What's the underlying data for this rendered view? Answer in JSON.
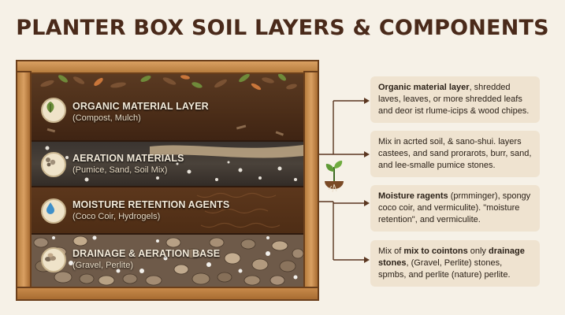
{
  "title": "PLANTER BOX SOIL LAYERS & COMPONENTS",
  "layers": [
    {
      "name": "ORGANIC MATERIAL LAYER",
      "sub": "(Compost, Mulch)",
      "icon": "leaf-icon"
    },
    {
      "name": "AERATION MATERIALS",
      "sub": "(Pumice, Sand, Soil Mix)",
      "icon": "pebbles-icon"
    },
    {
      "name": "MOISTURE RETENTION AGENTS",
      "sub": "(Coco Coir, Hydrogels)",
      "icon": "water-drop-icon"
    },
    {
      "name": "DRAINAGE & AERATION BASE",
      "sub": "(Gravel, Perlite)",
      "icon": "stones-icon"
    }
  ],
  "callouts": [
    {
      "lead": "Organic material layer",
      "text": ", shredded laves, leaves, or more shredded leafs and deor ist rlume-icips & wood chipes."
    },
    {
      "lead": "",
      "text": "Mix in acrted soil, & sano-shui. layers castees, and sand prorarots, burr, sand, and lee-smalle pumice stones."
    },
    {
      "lead": "Moisture ragents",
      "text": " (prmminger), spongy coco coir, and vermiculite). \"moisture retention\", and vermiculite."
    },
    {
      "pre": "Mix of ",
      "lead": "mix to cointons",
      "mid": " only ",
      "lead2": "drainage stones",
      "text": ", (Gravel, Perlite) stones, spmbs, and perlite (nature) perlite."
    }
  ],
  "colors": {
    "title": "#4a2a1a",
    "background": "#f6f1e7",
    "callout_bg": "#efe3d0",
    "wood": "#c78a4a",
    "connector": "#5a3620"
  },
  "center_icon": "sprout-icon"
}
